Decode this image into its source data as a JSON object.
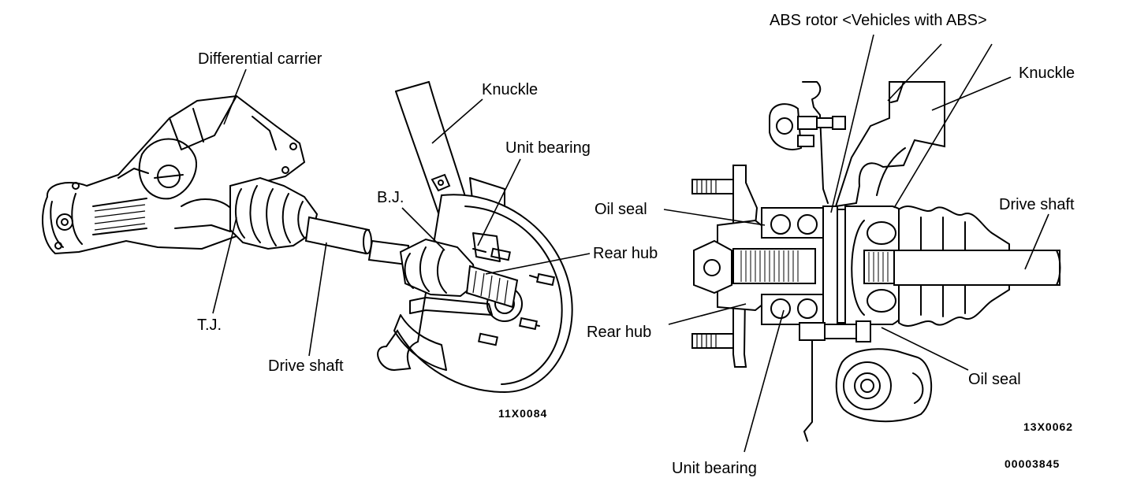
{
  "left_figure": {
    "labels": {
      "differential_carrier": "Differential carrier",
      "knuckle": "Knuckle",
      "unit_bearing": "Unit bearing",
      "bj": "B.J.",
      "rear_hub": "Rear hub",
      "tj": "T.J.",
      "drive_shaft": "Drive shaft"
    },
    "code": "11X0084"
  },
  "right_figure": {
    "labels": {
      "abs_rotor": "ABS rotor <Vehicles with ABS>",
      "knuckle": "Knuckle",
      "oil_seal_top": "Oil seal",
      "drive_shaft": "Drive shaft",
      "rear_hub": "Rear hub",
      "oil_seal_bottom": "Oil seal",
      "unit_bearing": "Unit bearing"
    },
    "code": "13X0062"
  },
  "page_code": "00003845"
}
